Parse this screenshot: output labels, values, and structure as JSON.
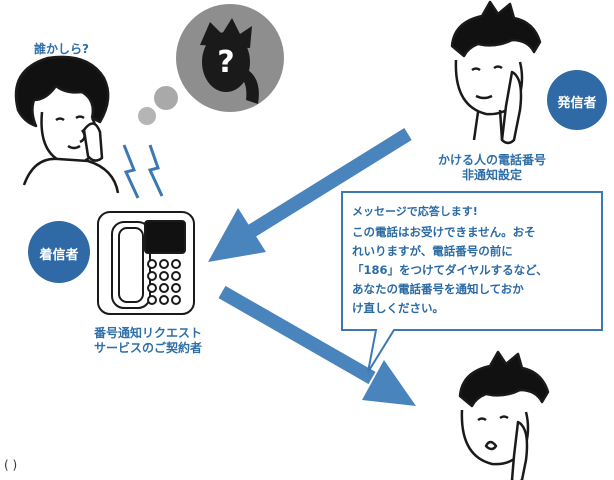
{
  "labels": {
    "who_thought": "誰かしら?",
    "caller_badge": "発信者",
    "receiver_badge": "着信者",
    "caller_setting_line1": "かける人の電話番号",
    "caller_setting_line2": "非通知設定",
    "subscriber_line1": "番号通知リクエスト",
    "subscriber_line2": "サービスのご契約者",
    "mystery_mark": "?",
    "corner_mark": "(  )"
  },
  "message": {
    "title": "メッセージで応答します!",
    "lines": [
      "この電話はお受けできません。おそ",
      "れいりますが、電話番号の前に",
      "「186」をつけてダイヤルするなど、",
      "あなたの電話番号を通知しておか",
      "け直しください。"
    ]
  },
  "colors": {
    "accent_blue": "#3b78b5",
    "badge_blue": "#2f6aa6",
    "arrow_blue": "#4a84bd",
    "text_blue": "#2f6fa8"
  },
  "icons": [
    "woman-icon",
    "thought-bubble-icon",
    "caller-man-icon",
    "telephone-icon",
    "lightning-icon",
    "receiving-man-icon"
  ]
}
